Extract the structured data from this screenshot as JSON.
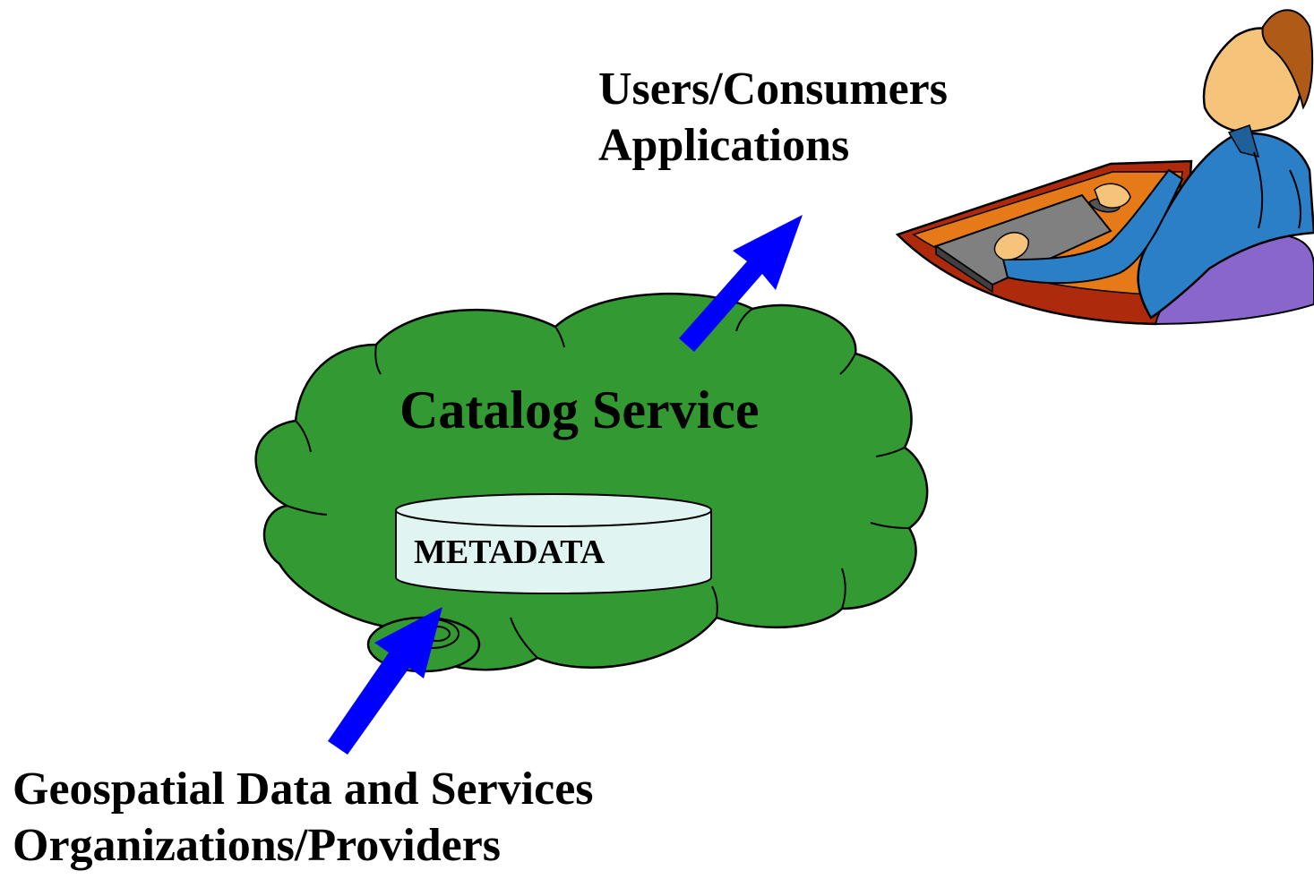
{
  "diagram": {
    "consumers": {
      "line1": "Users/Consumers",
      "line2": "Applications"
    },
    "service": {
      "title": "Catalog Service",
      "store_label": "METADATA"
    },
    "providers": {
      "line1": "Geospatial Data and Services",
      "line2": "Organizations/Providers"
    }
  },
  "colors": {
    "cloud_fill": "#339933",
    "cylinder_fill": "#e0f5f2",
    "arrow_fill": "#0000ff",
    "outline": "#000000",
    "text": "#000000"
  },
  "icons": {
    "user_figure": "person-at-computer-icon",
    "data_source": "disk-icon"
  }
}
